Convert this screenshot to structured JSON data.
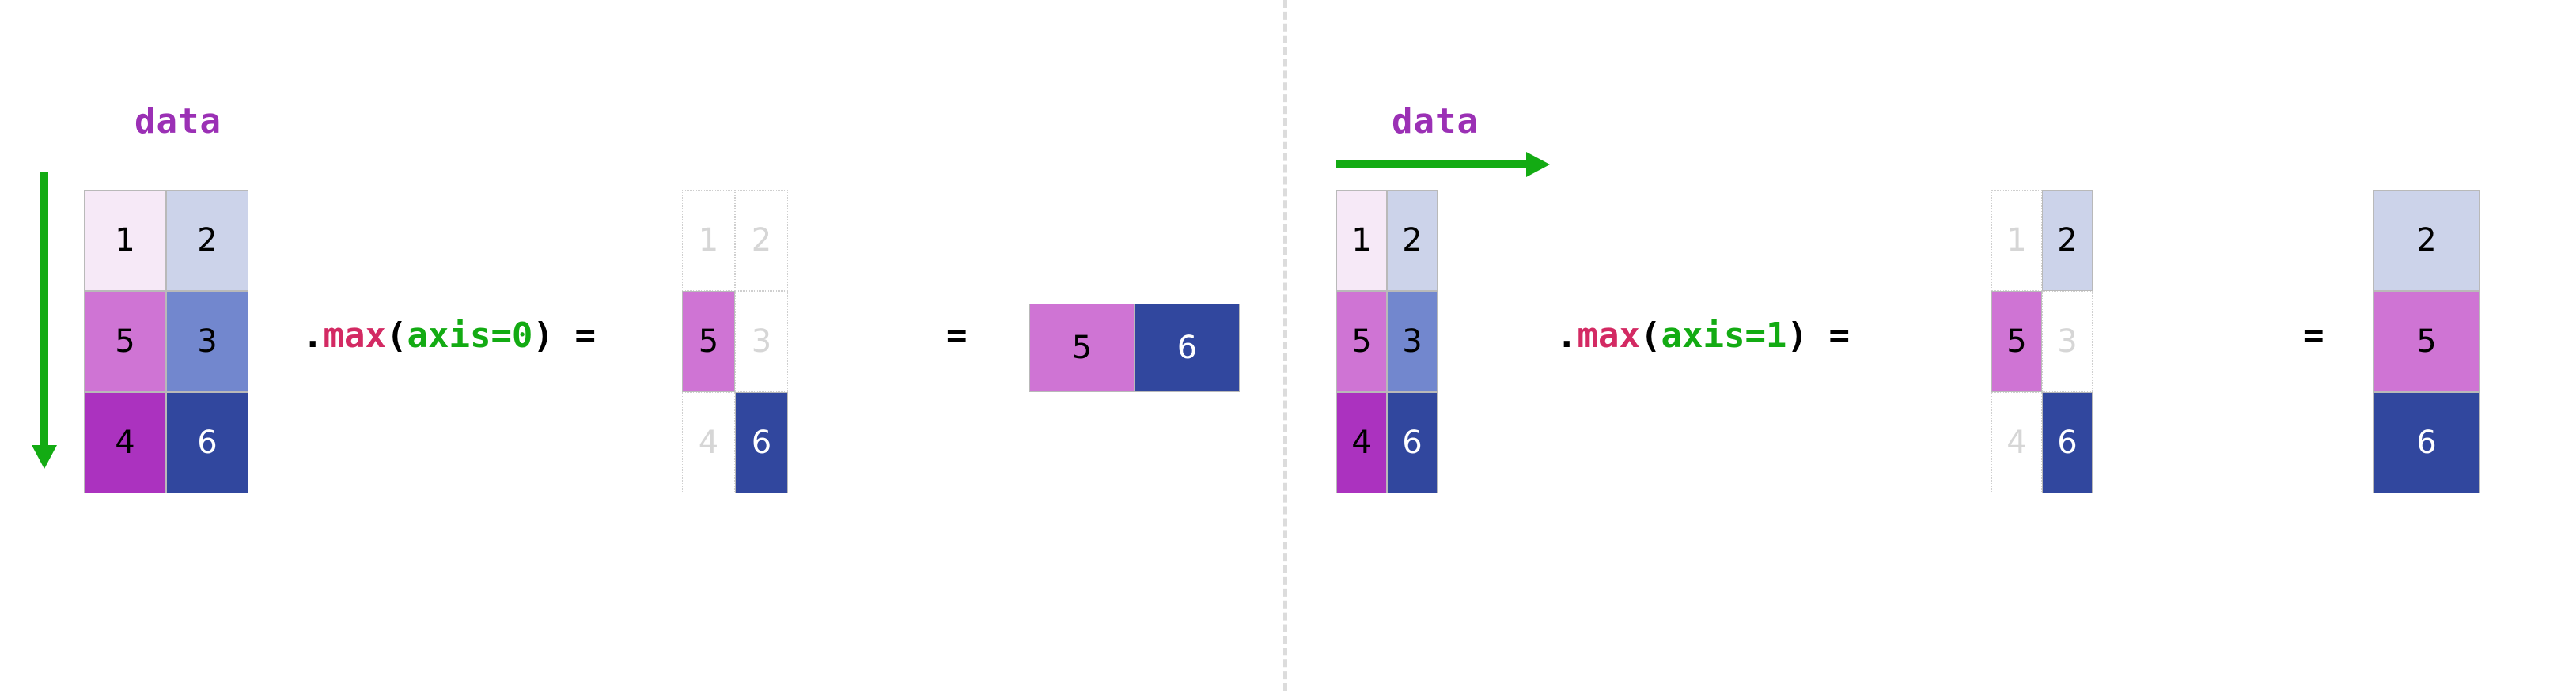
{
  "figure": {
    "title_hidden": "",
    "divider": {
      "style": "dashed",
      "color": "#dcdcdc"
    },
    "palette": {
      "accent_label": "#9b30b5",
      "arrow": "#13ab13",
      "fn_name": "#d32a63",
      "keyword": "#13ab13",
      "punct": "#000000",
      "ghost_text": "#d6d6d6",
      "ghost_border": "#cfcfcf",
      "cell_border": "#b9b9b9",
      "c1": "#f6e9f7",
      "c2": "#ccd3ea",
      "c5": "#cf74d4",
      "c3": "#7287ce",
      "c4": "#ab32bf",
      "c6": "#31479e"
    }
  },
  "panels": [
    {
      "id": "axis0",
      "label": "data",
      "arrow": {
        "direction": "down",
        "name": "axis-0-arrow"
      },
      "expression": {
        "dot": ".",
        "fn": "max",
        "open": "(",
        "kwarg": "axis=0",
        "close": ")",
        "equals": "="
      },
      "equals2": "=",
      "source": {
        "name": "source-matrix",
        "rows": 3,
        "cols": 2,
        "cells": [
          {
            "value": "1",
            "bg": "#f6e9f7",
            "fg": "#000000",
            "ghost": false
          },
          {
            "value": "2",
            "bg": "#ccd3ea",
            "fg": "#000000",
            "ghost": false
          },
          {
            "value": "5",
            "bg": "#cf74d4",
            "fg": "#000000",
            "ghost": false
          },
          {
            "value": "3",
            "bg": "#7287ce",
            "fg": "#000000",
            "ghost": false
          },
          {
            "value": "4",
            "bg": "#ab32bf",
            "fg": "#000000",
            "ghost": false
          },
          {
            "value": "6",
            "bg": "#31479e",
            "fg": "#ffffff",
            "ghost": false
          }
        ]
      },
      "highlight": {
        "name": "highlight-matrix",
        "rows": 3,
        "cols": 2,
        "cells": [
          {
            "value": "1",
            "bg": "#f6e9f7",
            "fg": "#000000",
            "ghost": true
          },
          {
            "value": "2",
            "bg": "#ccd3ea",
            "fg": "#000000",
            "ghost": true
          },
          {
            "value": "5",
            "bg": "#cf74d4",
            "fg": "#000000",
            "ghost": false
          },
          {
            "value": "3",
            "bg": "#7287ce",
            "fg": "#000000",
            "ghost": true
          },
          {
            "value": "4",
            "bg": "#ab32bf",
            "fg": "#000000",
            "ghost": true
          },
          {
            "value": "6",
            "bg": "#31479e",
            "fg": "#ffffff",
            "ghost": false
          }
        ]
      },
      "result": {
        "name": "result-matrix",
        "rows": 1,
        "cols": 2,
        "cells": [
          {
            "value": "5",
            "bg": "#cf74d4",
            "fg": "#000000",
            "ghost": false
          },
          {
            "value": "6",
            "bg": "#31479e",
            "fg": "#ffffff",
            "ghost": false
          }
        ]
      }
    },
    {
      "id": "axis1",
      "label": "data",
      "arrow": {
        "direction": "right",
        "name": "axis-1-arrow"
      },
      "expression": {
        "dot": ".",
        "fn": "max",
        "open": "(",
        "kwarg": "axis=1",
        "close": ")",
        "equals": "="
      },
      "equals2": "=",
      "source": {
        "name": "source-matrix",
        "rows": 3,
        "cols": 2,
        "cells": [
          {
            "value": "1",
            "bg": "#f6e9f7",
            "fg": "#000000",
            "ghost": false
          },
          {
            "value": "2",
            "bg": "#ccd3ea",
            "fg": "#000000",
            "ghost": false
          },
          {
            "value": "5",
            "bg": "#cf74d4",
            "fg": "#000000",
            "ghost": false
          },
          {
            "value": "3",
            "bg": "#7287ce",
            "fg": "#000000",
            "ghost": false
          },
          {
            "value": "4",
            "bg": "#ab32bf",
            "fg": "#000000",
            "ghost": false
          },
          {
            "value": "6",
            "bg": "#31479e",
            "fg": "#ffffff",
            "ghost": false
          }
        ]
      },
      "highlight": {
        "name": "highlight-matrix",
        "rows": 3,
        "cols": 2,
        "cells": [
          {
            "value": "1",
            "bg": "#f6e9f7",
            "fg": "#000000",
            "ghost": true
          },
          {
            "value": "2",
            "bg": "#ccd3ea",
            "fg": "#000000",
            "ghost": false
          },
          {
            "value": "5",
            "bg": "#cf74d4",
            "fg": "#000000",
            "ghost": false
          },
          {
            "value": "3",
            "bg": "#7287ce",
            "fg": "#000000",
            "ghost": true
          },
          {
            "value": "4",
            "bg": "#ab32bf",
            "fg": "#000000",
            "ghost": true
          },
          {
            "value": "6",
            "bg": "#31479e",
            "fg": "#ffffff",
            "ghost": false
          }
        ]
      },
      "result": {
        "name": "result-matrix",
        "rows": 3,
        "cols": 1,
        "cells": [
          {
            "value": "2",
            "bg": "#ccd3ea",
            "fg": "#000000",
            "ghost": false
          },
          {
            "value": "5",
            "bg": "#cf74d4",
            "fg": "#000000",
            "ghost": false
          },
          {
            "value": "6",
            "bg": "#31479e",
            "fg": "#ffffff",
            "ghost": false
          }
        ]
      }
    }
  ],
  "chart_data": {
    "type": "table",
    "title": "numpy max along axis",
    "matrix": [
      [
        1,
        2
      ],
      [
        5,
        3
      ],
      [
        4,
        6
      ]
    ],
    "operations": [
      {
        "expression": "data.max(axis=0)",
        "axis": 0,
        "result": [
          5,
          6
        ],
        "result_shape": "1x2"
      },
      {
        "expression": "data.max(axis=1)",
        "axis": 1,
        "result": [
          2,
          5,
          6
        ],
        "result_shape": "3x1"
      }
    ]
  }
}
